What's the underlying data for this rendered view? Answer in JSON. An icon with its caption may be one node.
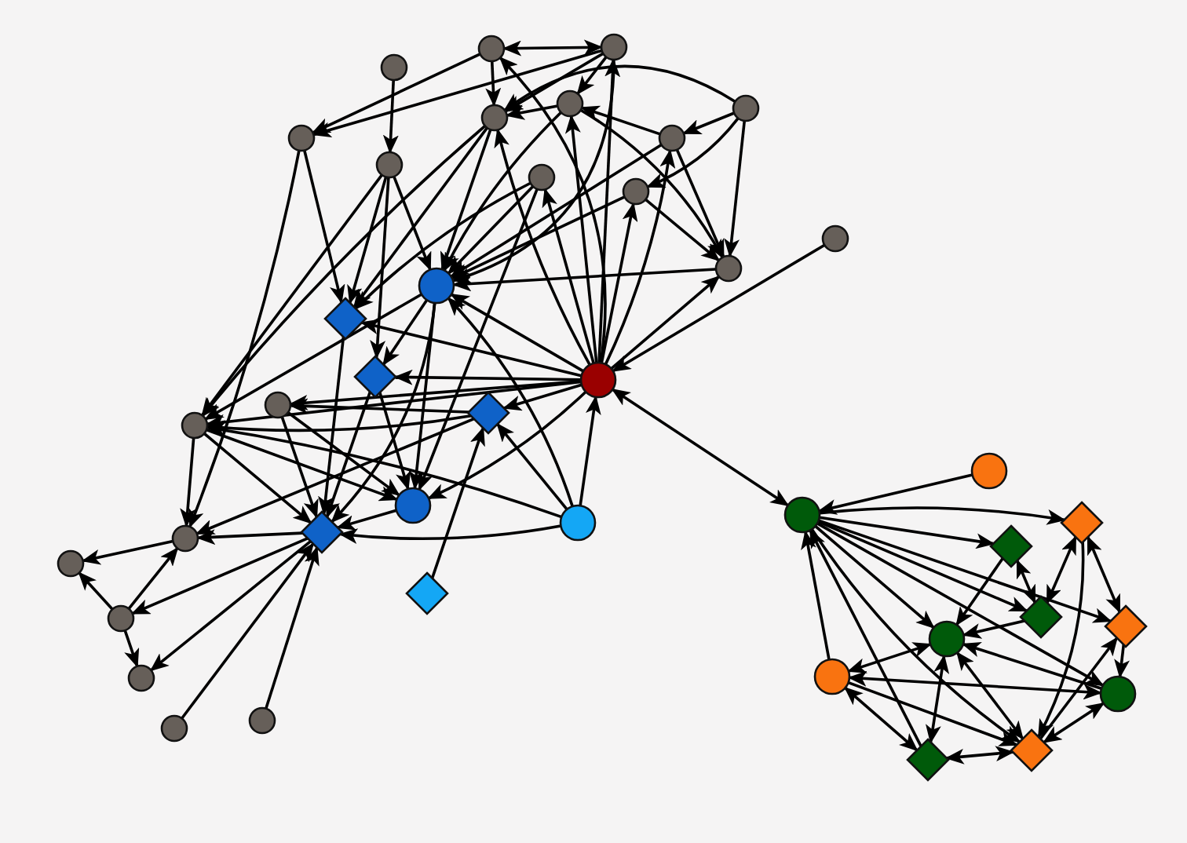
{
  "diagram": {
    "nodes": [
      {
        "text": [],
        "shape": "circle"
      },
      {
        "text": [],
        "shape": "circle"
      },
      {
        "text": [],
        "shape": "circle"
      },
      {
        "text": [],
        "shape": "circle"
      },
      {
        "text": [],
        "shape": "circle"
      },
      {
        "text": [],
        "shape": "circle"
      },
      {
        "text": [],
        "shape": "circle"
      },
      {
        "text": [],
        "shape": "circle"
      },
      {
        "text": [],
        "shape": "circle"
      },
      {
        "text": [],
        "shape": "circle"
      },
      {
        "text": [],
        "shape": "circle"
      },
      {
        "text": [],
        "shape": "circle"
      },
      {
        "text": [],
        "shape": "circle"
      },
      {
        "text": [],
        "shape": "circle"
      },
      {
        "text": [],
        "shape": "diamond"
      },
      {
        "text": [],
        "shape": "diamond"
      },
      {
        "text": [],
        "shape": "circle"
      },
      {
        "text": [],
        "shape": "circle"
      },
      {
        "text": [],
        "shape": "circle"
      },
      {
        "text": [],
        "shape": "diamond"
      },
      {
        "text": [],
        "shape": "circle"
      },
      {
        "text": [],
        "shape": "circle"
      },
      {
        "text": [],
        "shape": "circle"
      },
      {
        "text": [],
        "shape": "diamond"
      },
      {
        "text": [],
        "shape": "circle"
      },
      {
        "text": [],
        "shape": "diamond"
      },
      {
        "text": [],
        "shape": "circle"
      },
      {
        "text": [],
        "shape": "circle"
      },
      {
        "text": [],
        "shape": "circle"
      },
      {
        "text": [],
        "shape": "circle"
      },
      {
        "text": [],
        "shape": "circle"
      },
      {
        "text": [],
        "shape": "circle"
      },
      {
        "text": [],
        "shape": "diamond"
      },
      {
        "text": [],
        "shape": "diamond"
      },
      {
        "text": [],
        "shape": "diamond"
      },
      {
        "text": [],
        "shape": "diamond"
      },
      {
        "text": [],
        "shape": "circle"
      },
      {
        "text": [],
        "shape": "circle"
      },
      {
        "text": [],
        "shape": "circle"
      },
      {
        "text": [],
        "shape": "diamond"
      },
      {
        "text": [],
        "shape": "diamond"
      }
    ],
    "edges": [
      {
        "from": 1,
        "to": 2,
        "arrow": "both"
      },
      {
        "from": 1,
        "to": 3,
        "arrow": "to"
      },
      {
        "from": 2,
        "to": 3,
        "arrow": "to"
      },
      {
        "from": 0,
        "to": 7,
        "arrow": "to"
      },
      {
        "from": 1,
        "to": 4,
        "arrow": "to"
      },
      {
        "from": 2,
        "to": 4,
        "arrow": "to"
      },
      {
        "from": 2,
        "to": 5,
        "arrow": "to"
      },
      {
        "from": 5,
        "to": 4,
        "arrow": "to"
      },
      {
        "from": 6,
        "to": 4,
        "arrow": "to"
      },
      {
        "from": 6,
        "to": 8,
        "arrow": "to"
      },
      {
        "from": 6,
        "to": 10,
        "arrow": "to"
      },
      {
        "from": 6,
        "to": 11,
        "arrow": "to"
      },
      {
        "from": 8,
        "to": 11,
        "arrow": "to"
      },
      {
        "from": 8,
        "to": 5,
        "arrow": "to"
      },
      {
        "from": 10,
        "to": 11,
        "arrow": "to"
      },
      {
        "from": 5,
        "to": 11,
        "arrow": "to"
      },
      {
        "from": 4,
        "to": 13,
        "arrow": "to"
      },
      {
        "from": 5,
        "to": 13,
        "arrow": "to"
      },
      {
        "from": 2,
        "to": 13,
        "arrow": "to"
      },
      {
        "from": 8,
        "to": 13,
        "arrow": "to"
      },
      {
        "from": 10,
        "to": 13,
        "arrow": "to"
      },
      {
        "from": 9,
        "to": 13,
        "arrow": "to"
      },
      {
        "from": 7,
        "to": 13,
        "arrow": "to"
      },
      {
        "from": 3,
        "to": 14,
        "arrow": "to"
      },
      {
        "from": 7,
        "to": 14,
        "arrow": "to"
      },
      {
        "from": 9,
        "to": 14,
        "arrow": "to"
      },
      {
        "from": 4,
        "to": 14,
        "arrow": "to"
      },
      {
        "from": 16,
        "to": 1,
        "arrow": "to"
      },
      {
        "from": 16,
        "to": 2,
        "arrow": "to"
      },
      {
        "from": 16,
        "to": 5,
        "arrow": "to"
      },
      {
        "from": 16,
        "to": 4,
        "arrow": "to"
      },
      {
        "from": 16,
        "to": 8,
        "arrow": "to"
      },
      {
        "from": 16,
        "to": 10,
        "arrow": "to"
      },
      {
        "from": 16,
        "to": 9,
        "arrow": "to"
      },
      {
        "from": 16,
        "to": 11,
        "arrow": "to"
      },
      {
        "from": 11,
        "to": 13,
        "arrow": "to"
      },
      {
        "from": 4,
        "to": 17,
        "arrow": "to"
      },
      {
        "from": 7,
        "to": 17,
        "arrow": "to"
      },
      {
        "from": 13,
        "to": 17,
        "arrow": "to"
      },
      {
        "from": 13,
        "to": 23,
        "arrow": "to"
      },
      {
        "from": 7,
        "to": 15,
        "arrow": "to"
      },
      {
        "from": 13,
        "to": 15,
        "arrow": "to"
      },
      {
        "from": 19,
        "to": 17,
        "arrow": "to"
      },
      {
        "from": 19,
        "to": 18,
        "arrow": "to"
      },
      {
        "from": 13,
        "to": 20,
        "arrow": "to"
      },
      {
        "from": 18,
        "to": 20,
        "arrow": "to"
      },
      {
        "from": 17,
        "to": 20,
        "arrow": "to"
      },
      {
        "from": 15,
        "to": 20,
        "arrow": "to"
      },
      {
        "from": 9,
        "to": 20,
        "arrow": "to"
      },
      {
        "from": 3,
        "to": 22,
        "arrow": "to"
      },
      {
        "from": 16,
        "to": 13,
        "arrow": "to"
      },
      {
        "from": 16,
        "to": 14,
        "arrow": "to"
      },
      {
        "from": 16,
        "to": 15,
        "arrow": "to"
      },
      {
        "from": 16,
        "to": 17,
        "arrow": "to"
      },
      {
        "from": 16,
        "to": 18,
        "arrow": "to"
      },
      {
        "from": 16,
        "to": 20,
        "arrow": "to"
      },
      {
        "from": 16,
        "to": 19,
        "arrow": "to"
      },
      {
        "from": 12,
        "to": 16,
        "arrow": "to"
      },
      {
        "from": 30,
        "to": 16,
        "arrow": "both"
      },
      {
        "from": 21,
        "to": 16,
        "arrow": "to"
      },
      {
        "from": 21,
        "to": 19,
        "arrow": "to"
      },
      {
        "from": 21,
        "to": 13,
        "arrow": "to"
      },
      {
        "from": 21,
        "to": 17,
        "arrow": "to"
      },
      {
        "from": 21,
        "to": 23,
        "arrow": "to"
      },
      {
        "from": 20,
        "to": 23,
        "arrow": "to"
      },
      {
        "from": 17,
        "to": 23,
        "arrow": "to"
      },
      {
        "from": 18,
        "to": 23,
        "arrow": "to"
      },
      {
        "from": 15,
        "to": 23,
        "arrow": "to"
      },
      {
        "from": 14,
        "to": 23,
        "arrow": "to"
      },
      {
        "from": 19,
        "to": 22,
        "arrow": "to"
      },
      {
        "from": 17,
        "to": 22,
        "arrow": "to"
      },
      {
        "from": 22,
        "to": 24,
        "arrow": "to"
      },
      {
        "from": 23,
        "to": 22,
        "arrow": "to"
      },
      {
        "from": 26,
        "to": 24,
        "arrow": "to"
      },
      {
        "from": 26,
        "to": 22,
        "arrow": "to"
      },
      {
        "from": 26,
        "to": 27,
        "arrow": "to"
      },
      {
        "from": 23,
        "to": 26,
        "arrow": "to"
      },
      {
        "from": 23,
        "to": 27,
        "arrow": "to"
      },
      {
        "from": 28,
        "to": 23,
        "arrow": "to"
      },
      {
        "from": 29,
        "to": 23,
        "arrow": "to"
      },
      {
        "from": 25,
        "to": 19,
        "arrow": "to"
      },
      {
        "from": 31,
        "to": 30,
        "arrow": "to"
      },
      {
        "from": 30,
        "to": 32,
        "arrow": "to"
      },
      {
        "from": 30,
        "to": 33,
        "arrow": "to"
      },
      {
        "from": 30,
        "to": 34,
        "arrow": "to"
      },
      {
        "from": 30,
        "to": 35,
        "arrow": "to"
      },
      {
        "from": 30,
        "to": 36,
        "arrow": "to"
      },
      {
        "from": 30,
        "to": 38,
        "arrow": "to"
      },
      {
        "from": 30,
        "to": 39,
        "arrow": "to"
      },
      {
        "from": 37,
        "to": 30,
        "arrow": "to"
      },
      {
        "from": 40,
        "to": 30,
        "arrow": "to"
      },
      {
        "from": 33,
        "to": 34,
        "arrow": "both"
      },
      {
        "from": 33,
        "to": 36,
        "arrow": "to"
      },
      {
        "from": 34,
        "to": 36,
        "arrow": "to"
      },
      {
        "from": 32,
        "to": 34,
        "arrow": "both"
      },
      {
        "from": 32,
        "to": 35,
        "arrow": "both"
      },
      {
        "from": 32,
        "to": 39,
        "arrow": "to"
      },
      {
        "from": 35,
        "to": 38,
        "arrow": "to"
      },
      {
        "from": 38,
        "to": 36,
        "arrow": "to"
      },
      {
        "from": 38,
        "to": 37,
        "arrow": "both"
      },
      {
        "from": 36,
        "to": 37,
        "arrow": "both"
      },
      {
        "from": 36,
        "to": 40,
        "arrow": "both"
      },
      {
        "from": 36,
        "to": 39,
        "arrow": "both"
      },
      {
        "from": 37,
        "to": 40,
        "arrow": "both"
      },
      {
        "from": 37,
        "to": 39,
        "arrow": "to"
      },
      {
        "from": 40,
        "to": 39,
        "arrow": "both"
      },
      {
        "from": 38,
        "to": 39,
        "arrow": "both"
      },
      {
        "from": 39,
        "to": 35,
        "arrow": "to"
      }
    ]
  }
}
